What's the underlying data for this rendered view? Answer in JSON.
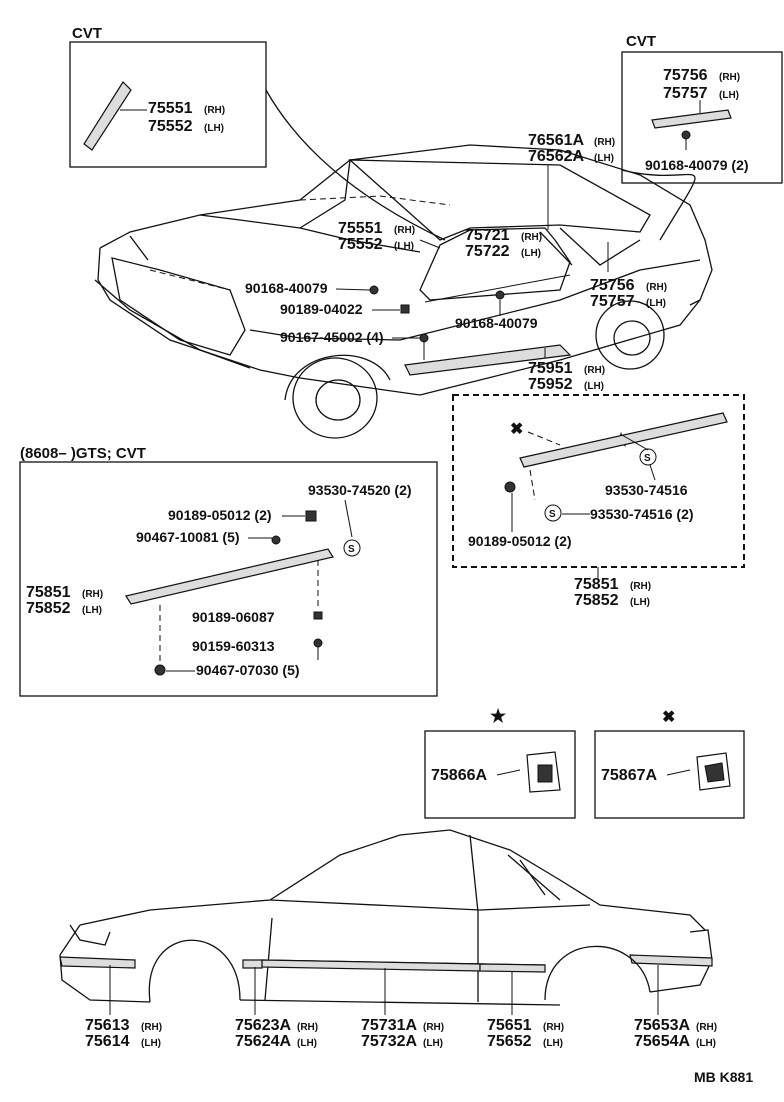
{
  "labels": {
    "cvt_left": "CVT",
    "cvt_right": "CVT",
    "gts_box": "(8608–        )GTS; CVT",
    "code": "MB  K881",
    "star": "★",
    "cross": "✖"
  },
  "parts": {
    "p75551a": "75551",
    "p75552a": "75552",
    "p75756a": "75756",
    "p75757a": "75757",
    "p90168_40079_2": "90168-40079 (2)",
    "p76561A": "76561A",
    "p76562A": "76562A",
    "p75551b": "75551",
    "p75552b": "75552",
    "p75721": "75721",
    "p75722": "75722",
    "p90168_40079": "90168-40079",
    "p90189_04022": "90189-04022",
    "p90167_45002": "90167-45002 (4)",
    "p90168_40079b": "90168-40079",
    "p75756b": "75756",
    "p75757b": "75757",
    "p75951": "75951",
    "p75952": "75952",
    "p93530_74520": "93530-74520 (2)",
    "p90189_05012_2": "90189-05012 (2)",
    "p90467_10081": "90467-10081 (5)",
    "p75851a": "75851",
    "p75852a": "75852",
    "p90189_06087": "90189-06087",
    "p90159_60313": "90159-60313",
    "p90467_07030": "90467-07030 (5)",
    "p93530_74516": "93530-74516",
    "p93530_74516_2": "93530-74516 (2)",
    "p90189_05012b": "90189-05012 (2)",
    "p75851b": "75851",
    "p75852b": "75852",
    "p75866A": "75866A",
    "p75867A": "75867A",
    "p75613": "75613",
    "p75614": "75614",
    "p75623A": "75623A",
    "p75624A": "75624A",
    "p75731A": "75731A",
    "p75732A": "75732A",
    "p75651": "75651",
    "p75652": "75652",
    "p75653A": "75653A",
    "p75654A": "75654A"
  },
  "suffix": {
    "rh": "(RH)",
    "lh": "(LH)",
    "s": "S"
  }
}
